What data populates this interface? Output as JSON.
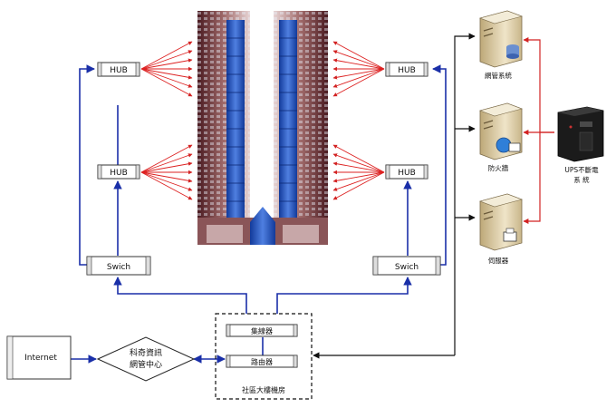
{
  "hub_label": "HUB",
  "switch_label": "Swich",
  "internet_label": "Internet",
  "center_label": [
    "科奇資訊",
    "網管中心"
  ],
  "concentrator_label": "集線器",
  "router_label": "路由器",
  "room_label": "社區大樓機房",
  "servers": {
    "network_mgmt": "網管系統",
    "firewall": "防火牆",
    "server": "伺服器"
  },
  "ups_label": [
    "UPS不斷電",
    "系 統"
  ],
  "colors": {
    "link": "#1a2fa8",
    "fanout": "#d22222",
    "power": "#d22222"
  }
}
